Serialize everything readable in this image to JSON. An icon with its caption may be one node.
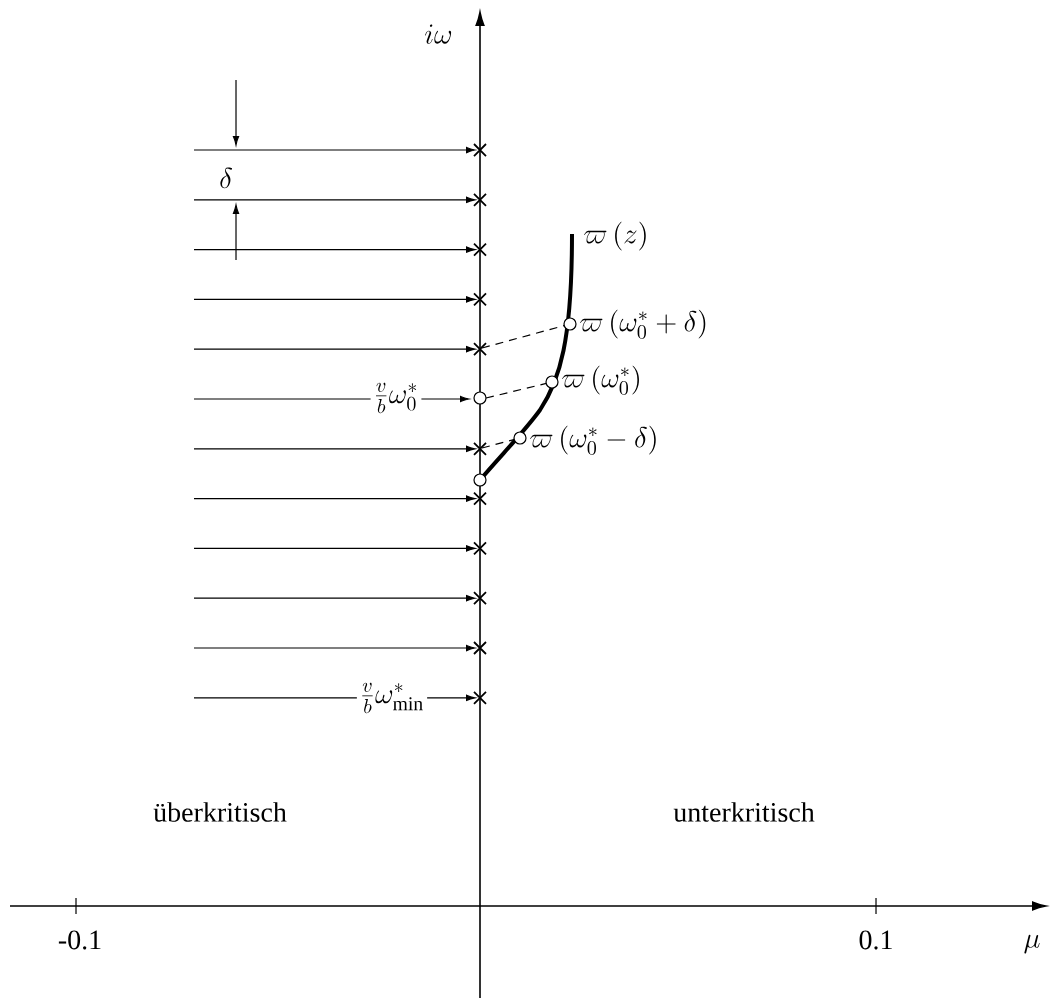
{
  "diagram": {
    "labels": [
      "i\\omega",
      "\\delta",
      "\\varpi\\,(z)",
      "\\varpi\\,(\\omega_0^*+\\delta)",
      "\\frac{v}{b}\\omega_0^*",
      "\\varpi\\,(\\omega_0^*)",
      "\\varpi\\,(\\omega_0^*-\\delta)",
      "\\frac{v}{b}\\omega_{\\mathrm{min}}^*",
      "überkritisch",
      "unterkritisch",
      "-0.1",
      "0.1",
      "\\mu"
    ]
  }
}
